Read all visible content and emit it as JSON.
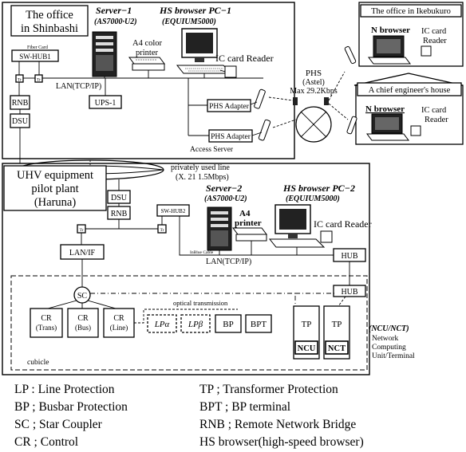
{
  "shinbashi": {
    "title_line1": "The office",
    "title_line2": "in Shinbashi",
    "server_label": "Server−1",
    "server_model": "(AS7000·U2)",
    "pc_label": "HS browser PC−1",
    "pc_model": "(EQUIUM5000)",
    "printer_label_1": "A4 color",
    "printer_label_2": "printer",
    "ic_reader": "IC card Reader",
    "fiber_label": "Fiber Card",
    "hub_label": "SW-HUB1",
    "tr_label": "Tr",
    "lan_label": "LAN(TCP/IP)",
    "ups_label": "UPS-1",
    "phs_adapter_1": "PHS Adapter",
    "phs_adapter_2": "PHS Adapter",
    "access_server": "Access Server",
    "rnb_label": "RNB",
    "dsu_label": "DSU"
  },
  "phs": {
    "label_1": "PHS",
    "label_2": "(Astel)",
    "label_3": "Max 29.2Kbps"
  },
  "ikebukuro": {
    "title": "The office in Ikebukuro",
    "browser": "N browser",
    "ic_reader_1": "IC card",
    "ic_reader_2": "Reader"
  },
  "chief_house": {
    "title": "A chief engineer's house",
    "browser": "N browser",
    "ic_reader_1": "IC card",
    "ic_reader_2": "Reader"
  },
  "line": {
    "label_1": "privately used line",
    "label_2": "(X. 21  1.5Mbps)"
  },
  "haruna": {
    "title_line1": "UHV equipment",
    "title_line2": "pilot plant",
    "title_line3": "(Haruna)",
    "dsu_label": "DSU",
    "rnb_label": "RNB",
    "server_label": "Server−2",
    "server_model": "(AS7000·U2)",
    "pc_label": "HS browser PC−2",
    "pc_model": "(EQUIUM5000)",
    "printer_label_1": "A4",
    "printer_label_2": "printer",
    "ic_reader": "IC card Reader",
    "hub2_label": "SW-HUB2",
    "tr_label": "Tr",
    "fiber_label": "InBlue Cable",
    "lan_label": "LAN(TCP/IP)",
    "hub_label": "HUB",
    "lanif_label": "LAN/IF"
  },
  "cubicle": {
    "hub_label": "HUB",
    "sc_label": "SC",
    "cr_trans_1": "CR",
    "cr_trans_2": "(Trans)",
    "cr_bus_1": "CR",
    "cr_bus_2": "(Bus)",
    "cr_line_1": "CR",
    "cr_line_2": "(Line)",
    "optical": "optical transmission",
    "lp_alpha": "LPα",
    "lp_beta": "LPβ",
    "bp": "BP",
    "bpt": "BPT",
    "tp1": "TP",
    "tp2": "TP",
    "ncu": "NCU",
    "nct": "NCT",
    "cubicle_label": "cubicle",
    "ncu_nct_title": "(NCU/NCT)",
    "ncu_nct_1": "Network",
    "ncu_nct_2": "Computing",
    "ncu_nct_3": "Unit/Terminal"
  },
  "legend": [
    {
      "left": "LP : Line Protection",
      "right": "TP ; Transformer Protection"
    },
    {
      "left": "BP ; Busbar Protection",
      "right": "BPT ; BP terminal"
    },
    {
      "left": "SC ; Star Coupler",
      "right": "RNB  ; Remote Network Bridge"
    },
    {
      "left": "CR ; Control",
      "right": "HS browser(high-speed browser)"
    }
  ]
}
